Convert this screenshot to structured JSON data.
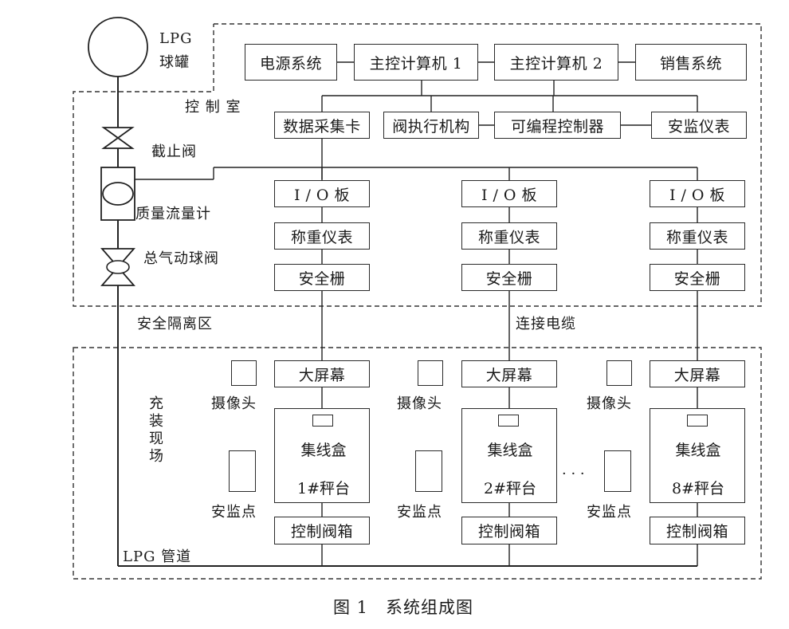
{
  "caption": "图 1　系统组成图",
  "tank": {
    "label_line1": "LPG",
    "label_line2": "球罐"
  },
  "zones": {
    "control_room": "控 制 室",
    "isolation": "安全隔离区",
    "field": "充装现场",
    "cable": "连接电缆",
    "pipeline": "LPG 管道"
  },
  "top_row": [
    "电源系统",
    "主控计算机 1",
    "主控计算机 2",
    "销售系统"
  ],
  "second_row": [
    "数据采集卡",
    "阀执行机构",
    "可编程控制器",
    "安监仪表"
  ],
  "pipe_items": {
    "shutoff_valve": "截止阀",
    "mass_flowmeter": "质量流量计",
    "main_ball_valve": "总气动球阀"
  },
  "channel": {
    "io": "I / O 板",
    "scale": "称重仪表",
    "barrier": "安全栅"
  },
  "station": {
    "screen": "大屏幕",
    "camera": "摄像头",
    "junction": "集线盒",
    "monitor": "安监点",
    "valve_box": "控制阀箱",
    "platforms": [
      "1#秤台",
      "2#秤台",
      "8#秤台"
    ],
    "ellipsis": "· · ·"
  }
}
